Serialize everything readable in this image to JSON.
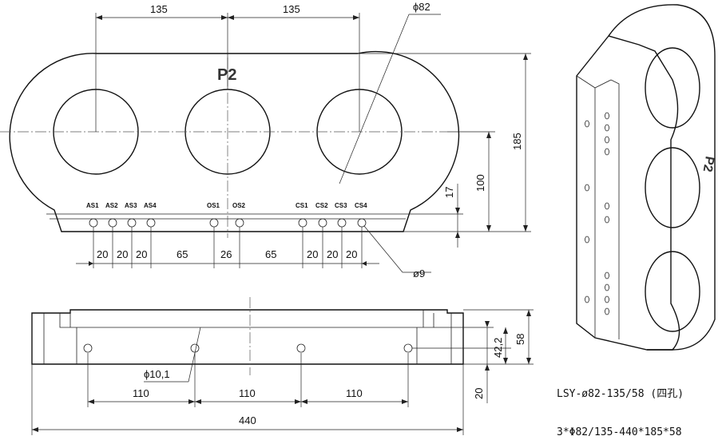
{
  "front_view": {
    "mark": "P2",
    "dim_center_spacing_left": "135",
    "dim_center_spacing_right": "135",
    "dim_hole_diameter": "ϕ82",
    "dim_height": "185",
    "dim_center_height": "100",
    "dim_terminal_height": "17",
    "dim_terminal_hole": "ø9",
    "terminals": [
      "AS1",
      "AS2",
      "AS3",
      "AS4",
      "OS1",
      "OS2",
      "CS1",
      "CS2",
      "CS3",
      "CS4"
    ],
    "terminal_spacing": [
      "20",
      "20",
      "20",
      "65",
      "26",
      "65",
      "20",
      "20",
      "20"
    ]
  },
  "bottom_view": {
    "dim_mount_hole": "ϕ10,1",
    "hole_spacing": [
      "110",
      "110",
      "110"
    ],
    "dim_total_length": "440",
    "dim_hole_height": "42,2",
    "dim_thickness": "58",
    "dim_rail": "20"
  },
  "side_view": {
    "mark": "P2"
  },
  "spec": {
    "model": "LSY-ø82-135/58 (四孔)",
    "size": "3*Φ82/135-440*185*58"
  }
}
